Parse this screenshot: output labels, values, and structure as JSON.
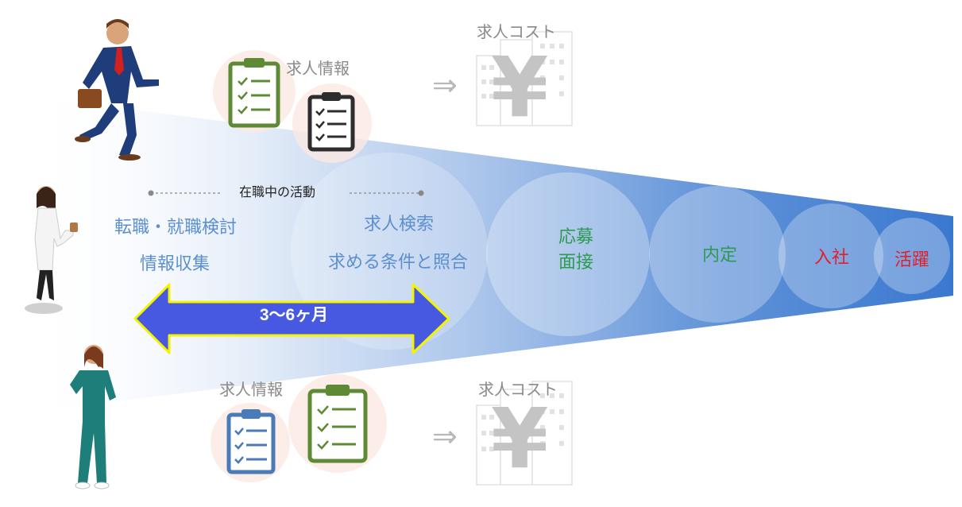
{
  "top_row": {
    "info_label": "求人情報",
    "cost_label": "求人コスト",
    "arrow_glyph": "⇒",
    "yen_glyph": "¥"
  },
  "bottom_row": {
    "info_label": "求人情報",
    "cost_label": "求人コスト",
    "arrow_glyph": "⇒",
    "yen_glyph": "¥"
  },
  "funnel": {
    "active_period_label": "在職中の活動",
    "stage1": {
      "line1": "転職・就職検討",
      "line2": "情報収集"
    },
    "stage2": {
      "line1": "求人検索",
      "line2": "求める条件と照合"
    },
    "stage3": {
      "line1": "応募",
      "line2": "面接"
    },
    "stage4": {
      "label": "内定"
    },
    "stage5": {
      "label": "入社"
    },
    "stage6": {
      "label": "活躍"
    },
    "duration_label": "3～6ヶ月"
  },
  "colors": {
    "funnel_blue": "#3f7fd0",
    "stage_blue": "#5b8fd0",
    "stage_green": "#2e9a52",
    "stage_red": "#e0202a",
    "arrow_fill": "#4659e0",
    "arrow_outline": "#f4f400",
    "clipboard_green": "#5e8a35",
    "clipboard_dark": "#2d2d2d",
    "clipboard_blue": "#4a7ab8"
  },
  "icons": {
    "people": [
      "man-running-with-briefcase-icon",
      "woman-with-coffee-icon",
      "nurse-in-scrubs-icon"
    ],
    "clipboards": [
      "green-clipboard-icon",
      "dark-clipboard-icon",
      "blue-clipboard-icon",
      "green-clipboard-icon"
    ],
    "cost": [
      "yen-building-icon",
      "yen-building-icon"
    ]
  }
}
